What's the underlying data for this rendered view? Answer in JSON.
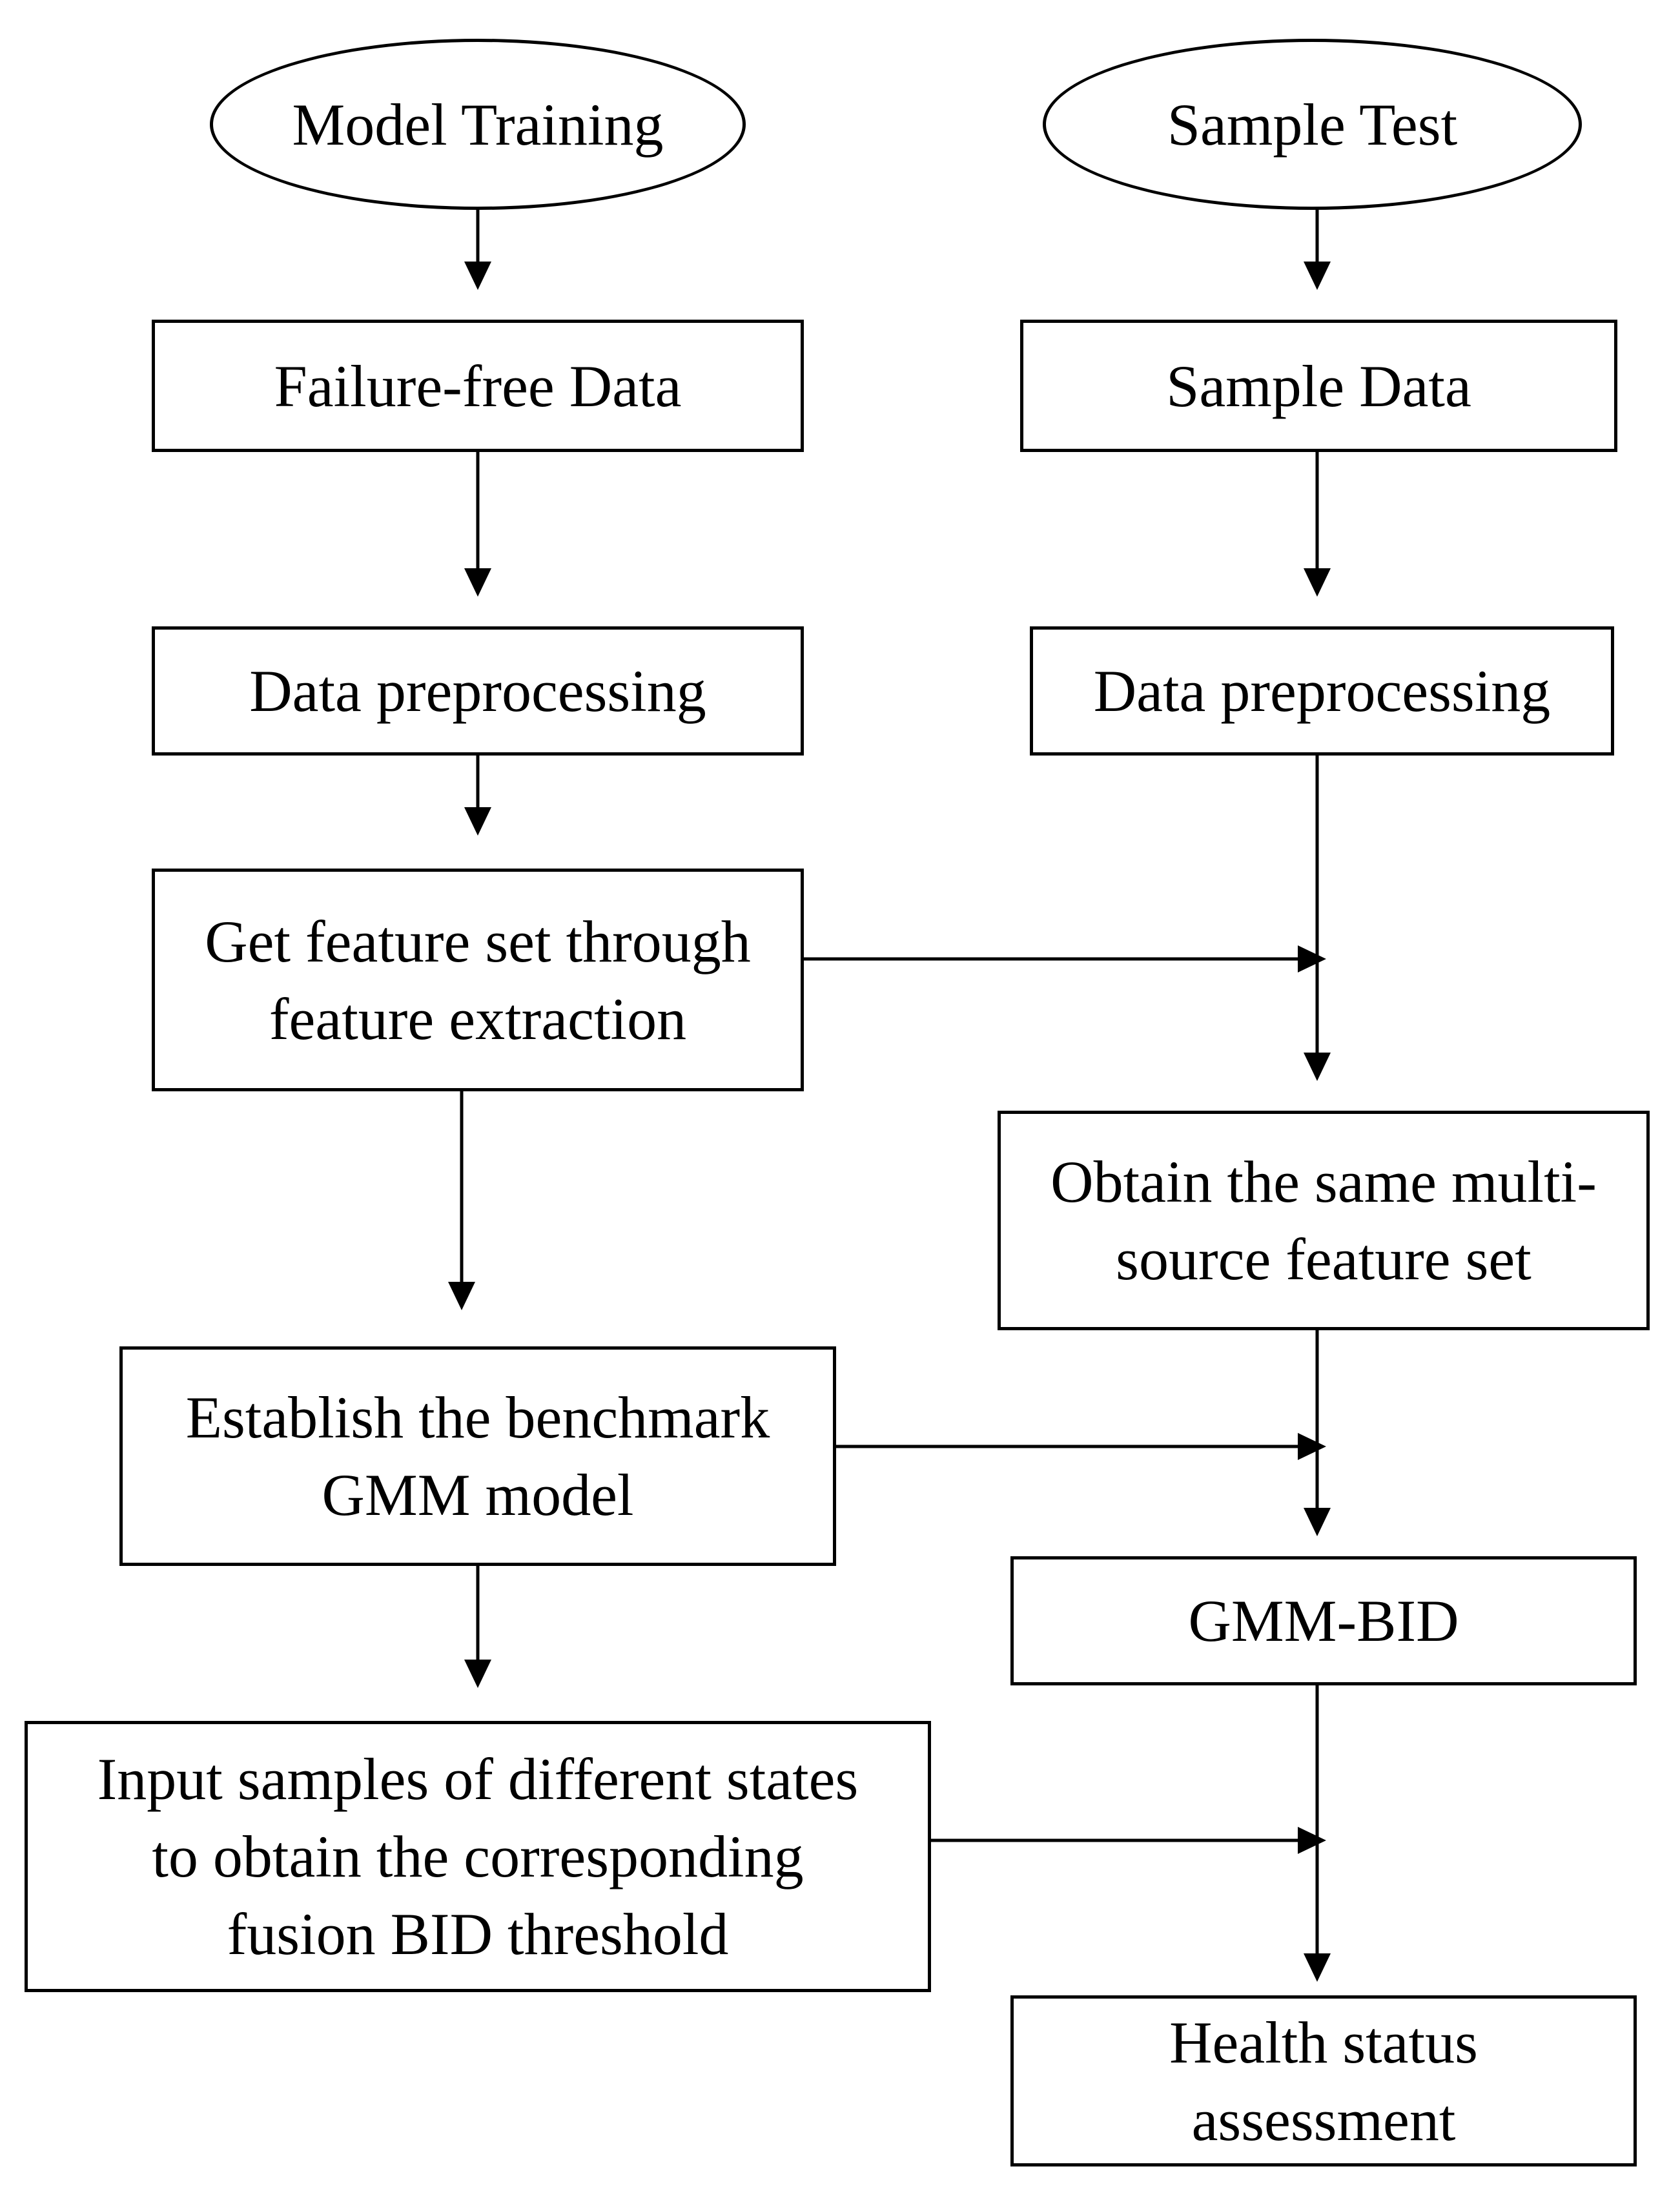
{
  "colors": {
    "background": "#ffffff",
    "stroke": "#000000",
    "text": "#000000"
  },
  "nodes": {
    "model_training": {
      "lines": [
        "Model Training"
      ]
    },
    "sample_test": {
      "lines": [
        "Sample Test"
      ]
    },
    "failure_free_data": {
      "lines": [
        "Failure-free Data"
      ]
    },
    "sample_data": {
      "lines": [
        "Sample Data"
      ]
    },
    "preprocessing_left": {
      "lines": [
        "Data preprocessing"
      ]
    },
    "preprocessing_right": {
      "lines": [
        "Data preprocessing"
      ]
    },
    "feature_extraction": {
      "lines": [
        "Get feature set through",
        "feature extraction"
      ]
    },
    "same_feature_set": {
      "lines": [
        "Obtain the same multi-",
        "source feature set"
      ]
    },
    "benchmark_gmm": {
      "lines": [
        "Establish the benchmark",
        "GMM model"
      ]
    },
    "gmm_bid": {
      "lines": [
        "GMM-BID"
      ]
    },
    "bid_threshold": {
      "lines": [
        "Input samples of different states",
        "to obtain the corresponding",
        "fusion BID threshold"
      ]
    },
    "health_assessment": {
      "lines": [
        "Health status",
        "assessment"
      ]
    }
  }
}
